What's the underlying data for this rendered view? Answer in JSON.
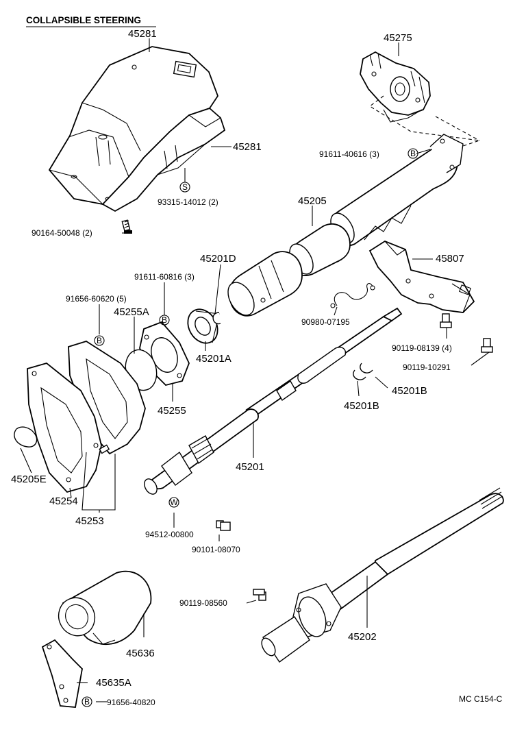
{
  "title": "COLLAPSIBLE STEERING",
  "footer_code": "MC C154-C",
  "symbols": {
    "b": "B",
    "s": "S",
    "w": "W"
  },
  "labels": {
    "p45281_top": "45281",
    "p45281_side": "45281",
    "p45275": "45275",
    "p91611_40616": "91611-40616 (3)",
    "p93315_14012": "93315-14012 (2)",
    "p90164_50048": "90164-50048 (2)",
    "p45205": "45205",
    "p45807": "45807",
    "p45201D": "45201D",
    "p91611_60816": "91611-60816 (3)",
    "p91656_60620": "91656-60620 (5)",
    "p45255A": "45255A",
    "p90980_07195": "90980-07195",
    "p90119_08139": "90119-08139 (4)",
    "p90119_10291": "90119-10291",
    "p45201A": "45201A",
    "p45201B_right": "45201B",
    "p45201B_left": "45201B",
    "p45255": "45255",
    "p45205E": "45205E",
    "p45254": "45254",
    "p45253": "45253",
    "p45201": "45201",
    "p94512_00800": "94512-00800",
    "p90101_08070": "90101-08070",
    "p90119_08560": "90119-08560",
    "p45202": "45202",
    "p45636": "45636",
    "p45635A": "45635A",
    "p91656_40820": "91656-40820"
  }
}
